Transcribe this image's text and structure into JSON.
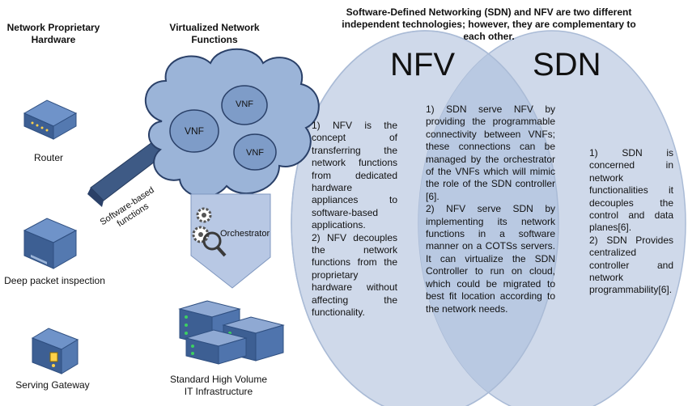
{
  "left_headers": {
    "hardware": "Network Proprietary Hardware",
    "virtualized": "Virtualized Network Functions"
  },
  "devices": [
    {
      "label": "Router",
      "icon": "router-icon"
    },
    {
      "label": "Deep packet inspection",
      "icon": "dpi-appliance-icon"
    },
    {
      "label": "Serving Gateway",
      "icon": "gateway-icon"
    }
  ],
  "cloud": {
    "vnf_labels": [
      "VNF",
      "VNF",
      "VNF"
    ]
  },
  "arrow_label": "Software-based functions",
  "orchestrator_label": "Orchestrator",
  "infrastructure_label": "Standard High Volume IT Infrastructure",
  "title": "Software-Defined Networking (SDN) and NFV are two different independent technologies; however, they are complementary to each other.",
  "venn": {
    "left_title": "NFV",
    "right_title": "SDN",
    "left_points": [
      "1) NFV is the concept of transferring the network functions from dedicated hardware appliances to software-based applications.",
      "2) NFV decouples the network functions from the proprietary hardware without affecting the functionality."
    ],
    "overlap_points": [
      "1) SDN serve NFV by providing the programmable connectivity between VNFs; these connections can be managed by the orchestrator of the VNFs which will mimic the role of the SDN controller [6].",
      "2) NFV serve SDN by implementing its network functions in a software manner on a COTSs servers. It can virtualize the SDN Controller to run on cloud, which could be migrated to best fit location according to the network needs."
    ],
    "right_points": [
      "1) SDN is concerned in network functionalities it decouples the control and data planes[6].",
      "2) SDN Provides centralized controller and network programmability[6]."
    ]
  },
  "colors": {
    "circle_fill": "#cfd9ea",
    "overlap_fill": "#b9c9e2",
    "circle_stroke": "#aabbd6",
    "cloud_fill": "#9bb4d8",
    "arrow_fill": "#3e5a85",
    "funnel_fill": "#b8c8e4"
  }
}
